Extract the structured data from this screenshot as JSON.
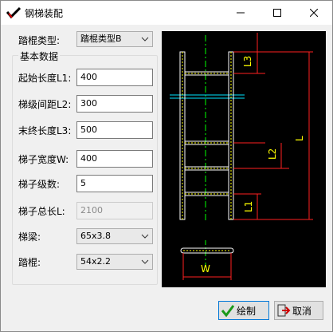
{
  "window": {
    "title": "钢梯装配"
  },
  "ladder_type": {
    "label": "踏棍类型:",
    "value": "踏棍类型B"
  },
  "group": {
    "title": "基本数据"
  },
  "fields": [
    {
      "label": "起始长度L1:",
      "value": "400"
    },
    {
      "label": "梯级间距L2:",
      "value": "300"
    },
    {
      "label": "末终长度L3:",
      "value": "500"
    },
    {
      "label": "梯子宽度W:",
      "value": "400"
    },
    {
      "label": "梯子级数:",
      "value": "5"
    },
    {
      "label": "梯子总长L:",
      "value": "2100"
    }
  ],
  "beam": {
    "label": "梯梁:",
    "value": "65x3.8"
  },
  "rung": {
    "label": "踏棍:",
    "value": "54x2.2"
  },
  "drawing": {
    "labels": {
      "l1": "L1",
      "l2": "L2",
      "l3": "L3",
      "l": "L",
      "w": "W"
    }
  },
  "buttons": {
    "draw": "绘制",
    "cancel": "取消"
  },
  "colors": {
    "accent": "#0078d7",
    "drawing_bg": "#000000",
    "dim_red": "#ff2020",
    "rail_yellow": "#ffff00",
    "centerline_green": "#00ff00",
    "axis_cyan": "#00e5ff"
  }
}
